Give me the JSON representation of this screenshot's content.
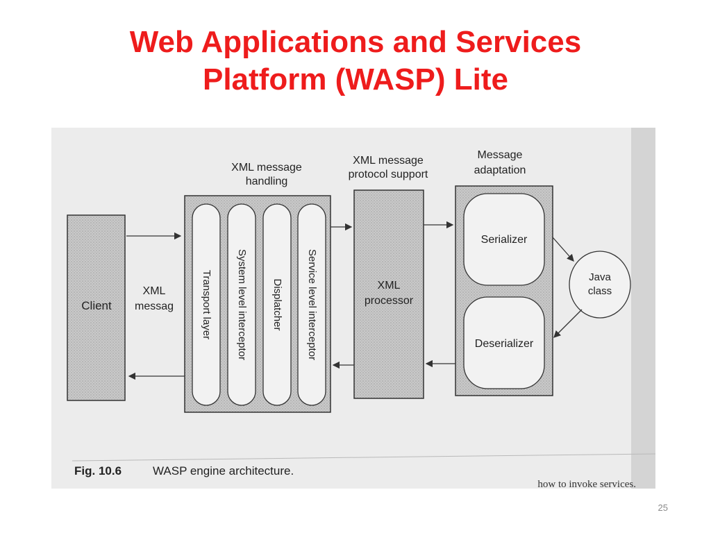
{
  "slide": {
    "title_line1": "Web Applications and Services",
    "title_line2": "Platform (WASP) Lite",
    "page_number": "25"
  },
  "diagram": {
    "client_label": "Client",
    "arrow_label_line1": "XML",
    "arrow_label_line2": "messag",
    "xml_handling_heading_line1": "XML message",
    "xml_handling_heading_line2": "handling",
    "layers": [
      "Transport layer",
      "System level interceptor",
      "Displatcher",
      "Service level interceptor"
    ],
    "protocol_heading_line1": "XML message",
    "protocol_heading_line2": "protocol support",
    "processor_label_line1": "XML",
    "processor_label_line2": "processor",
    "adaptation_heading_line1": "Message",
    "adaptation_heading_line2": "adaptation",
    "serializer_label": "Serializer",
    "deserializer_label": "Deserializer",
    "java_label_line1": "Java",
    "java_label_line2": "class",
    "caption_number": "Fig. 10.6",
    "caption_text": "WASP engine architecture.",
    "bottom_text": "how to invoke services."
  },
  "colors": {
    "title": "#ee1c1c",
    "scan_background": "#ebebeb",
    "box_fill": "#d9d9d9",
    "line": "#333333"
  }
}
